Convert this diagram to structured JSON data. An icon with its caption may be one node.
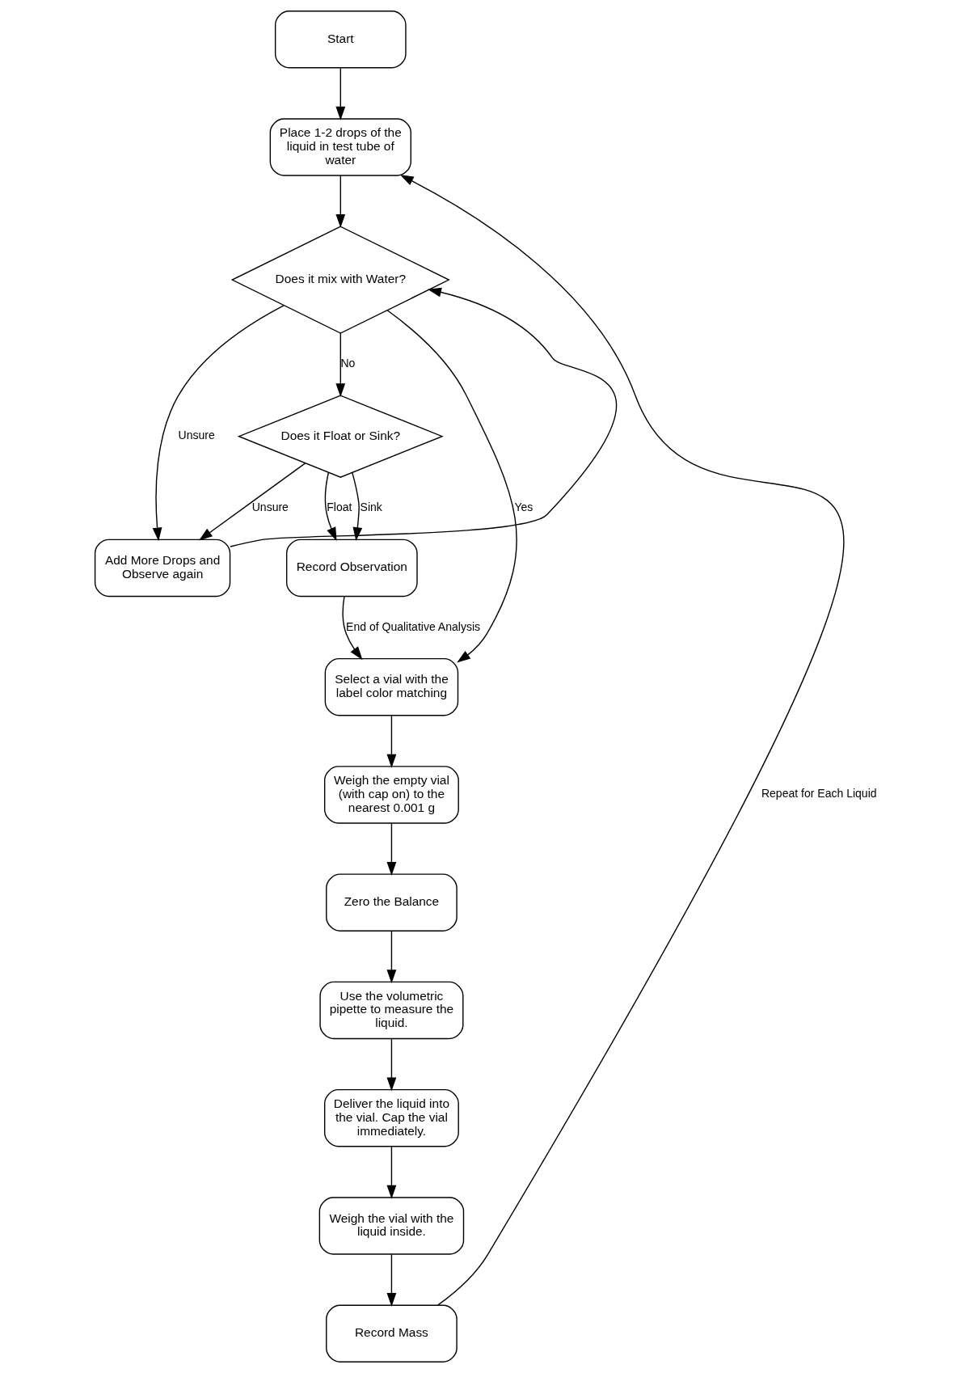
{
  "diagram": {
    "nodes": [
      {
        "text": [
          "Start"
        ]
      },
      {
        "text": [
          "Place 1-2 drops of the liquid in test tube of water"
        ]
      },
      {
        "text": [
          "Does it mix with Water?"
        ]
      },
      {
        "text": [
          "Add More Drops and Observe again"
        ]
      },
      {
        "text": [
          "Does it Float or Sink?"
        ]
      },
      {
        "text": [
          "Record Observation"
        ]
      },
      {
        "text": [
          "Select a vial with the label color matching"
        ]
      },
      {
        "text": [
          "Weigh the empty vial (with cap on) to the nearest 0.001 g"
        ]
      },
      {
        "text": [
          "Zero the Balance"
        ]
      },
      {
        "text": [
          "Use the volumetric pipette to measure the liquid."
        ]
      },
      {
        "text": [
          "Deliver the liquid into the vial. Cap the vial immediately."
        ]
      },
      {
        "text": [
          "Weigh the vial with the liquid inside."
        ]
      },
      {
        "text": [
          "Record Mass"
        ]
      }
    ],
    "edges": [
      {
        "from": 0,
        "to": 1,
        "arrow": "to"
      },
      {
        "from": 1,
        "to": 2,
        "arrow": "to"
      },
      {
        "from": 2,
        "to": 4,
        "arrow": "to",
        "label": "No"
      },
      {
        "from": 2,
        "to": 3,
        "arrow": "to",
        "label": "Unsure"
      },
      {
        "from": 3,
        "to": 2,
        "arrow": "to"
      },
      {
        "from": 4,
        "to": 3,
        "arrow": "to",
        "label": "Unsure"
      },
      {
        "from": 4,
        "to": 5,
        "arrow": "to",
        "label": "Float"
      },
      {
        "from": 4,
        "to": 5,
        "arrow": "to",
        "label": "Sink"
      },
      {
        "from": 5,
        "to": 6,
        "arrow": "to",
        "label": "End of Qualitative Analysis"
      },
      {
        "from": 2,
        "to": 6,
        "arrow": "to",
        "label": "Yes"
      },
      {
        "from": 6,
        "to": 7,
        "arrow": "to"
      },
      {
        "from": 7,
        "to": 8,
        "arrow": "to"
      },
      {
        "from": 8,
        "to": 9,
        "arrow": "to"
      },
      {
        "from": 9,
        "to": 10,
        "arrow": "to"
      },
      {
        "from": 10,
        "to": 11,
        "arrow": "to"
      },
      {
        "from": 11,
        "to": 12,
        "arrow": "to"
      },
      {
        "from": 12,
        "to": 1,
        "arrow": "to",
        "label": "Repeat for Each Liquid"
      }
    ]
  }
}
